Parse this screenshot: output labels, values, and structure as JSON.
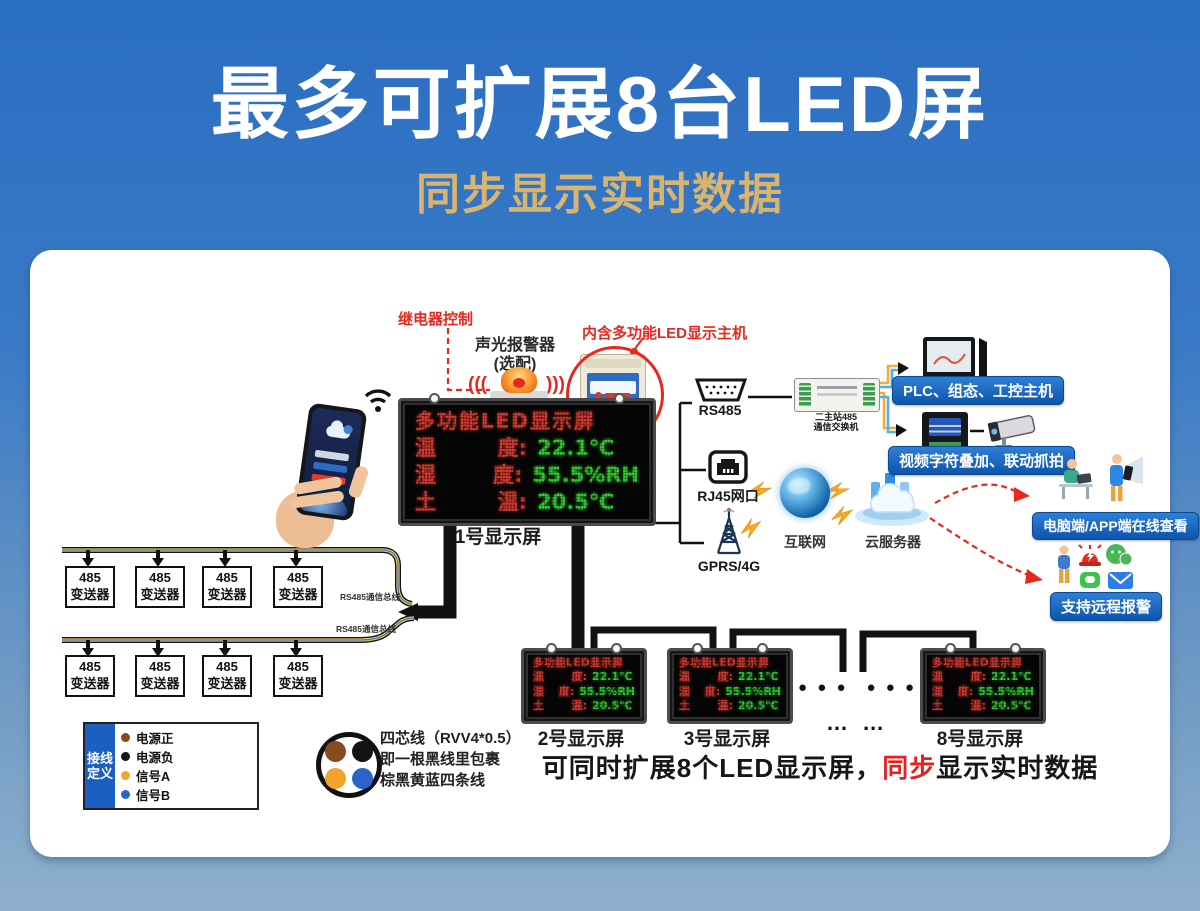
{
  "header": {
    "title": "最多可扩展8台LED屏",
    "subtitle": "同步显示实时数据"
  },
  "annotations": {
    "relay_control": "继电器控制",
    "alarm_name": "声光报警器",
    "alarm_optional": "(选配)",
    "host_note": "内含多功能LED显示主机"
  },
  "led": {
    "title": "多功能LED显示屏",
    "rows": [
      {
        "l1": "温",
        "l2": "度:",
        "value": "22.1℃"
      },
      {
        "l1": "湿",
        "l2": "度:",
        "value": "55.5%RH"
      },
      {
        "l1": "土",
        "l2": "温:",
        "value": "20.5℃"
      }
    ]
  },
  "screen_labels": {
    "s1": "1号显示屏",
    "s2": "2号显示屏",
    "s3": "3号显示屏",
    "s8": "8号显示屏"
  },
  "dots": {
    "top": "● ● ●　● ● ●",
    "bottom": "… …"
  },
  "ports": {
    "rs485": "RS485",
    "switch_line1": "二主站485",
    "switch_line2": "通信交换机",
    "rj45": "RJ45网口",
    "gprs": "GPRS/4G"
  },
  "network": {
    "internet": "互联网",
    "cloud": "云服务器"
  },
  "badges": {
    "plc": "PLC、组态、工控主机",
    "video": "视频字符叠加、联动抓拍",
    "online": "电脑端/APP端在线查看",
    "remote": "支持远程报警"
  },
  "bus": {
    "transmitter_line1": "485",
    "transmitter_line2": "变送器",
    "bus_label": "RS485通信总线"
  },
  "legend": {
    "title_line1": "接线",
    "title_line2": "定义",
    "items": [
      {
        "label": "电源正",
        "color": "#8a4a21"
      },
      {
        "label": "电源负",
        "color": "#141414"
      },
      {
        "label": "信号A",
        "color": "#f2a52d"
      },
      {
        "label": "信号B",
        "color": "#2c63c9"
      }
    ],
    "cable_line1": "四芯线（RVV4*0.5）",
    "cable_line2": "即一根黑线里包裹",
    "cable_line3": "棕黑黄蓝四条线"
  },
  "footer": {
    "part1": "可同时扩展8个LED显示屏，",
    "highlight": "同步",
    "part2": "显示实时数据"
  },
  "colors": {
    "accent_red": "#e8281e",
    "badge_blue": "#1266c4",
    "led_red": "#f5423a",
    "led_green": "#39e639",
    "gold": "#d8b46e"
  }
}
